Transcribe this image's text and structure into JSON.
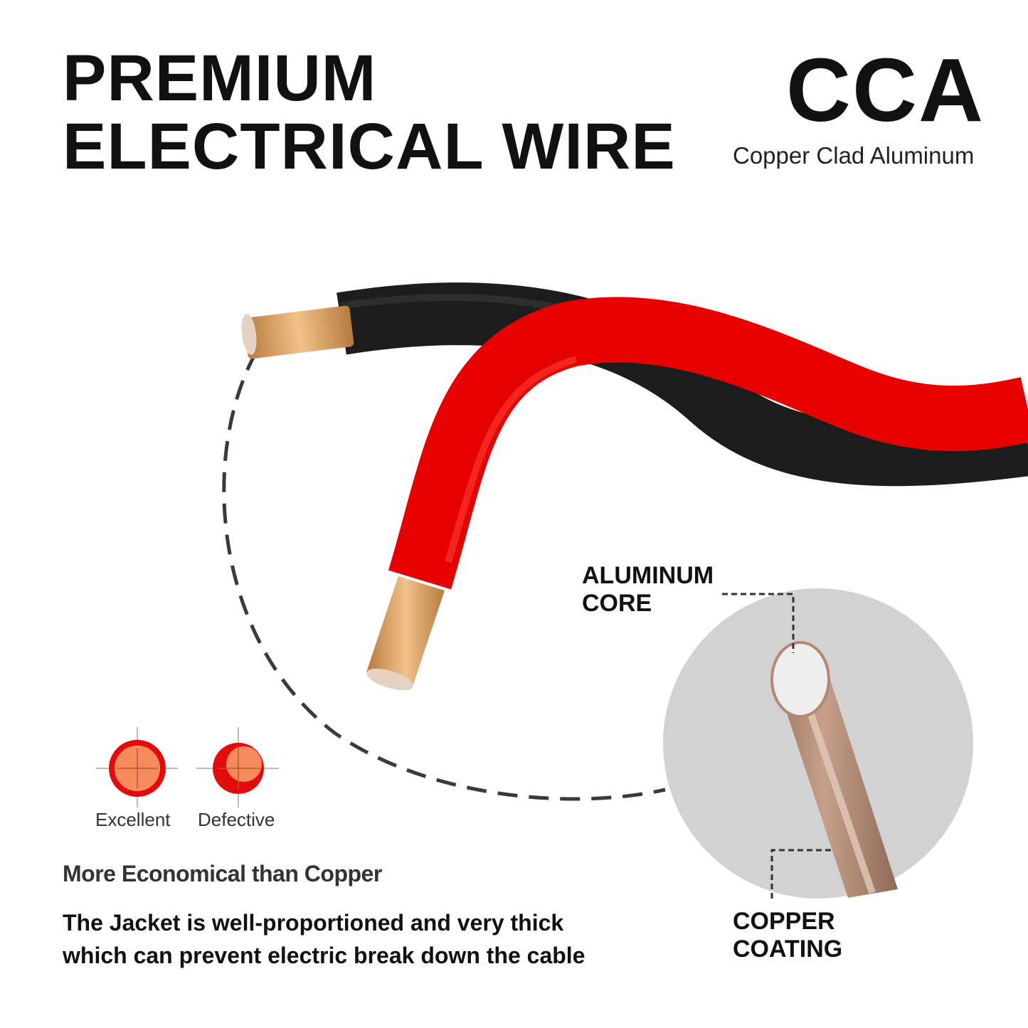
{
  "header": {
    "line1": "PREMIUM",
    "line2": "ELECTRICAL WIRE"
  },
  "badge": {
    "title": "CCA",
    "subtitle": "Copper Clad Aluminum"
  },
  "cross_section": {
    "core_label_line1": "ALUMINUM",
    "core_label_line2": "CORE",
    "coating_label_line1": "COPPER",
    "coating_label_line2": "COATING"
  },
  "comparison": {
    "good": "Excellent",
    "bad": "Defective"
  },
  "features": {
    "economy": "More Economical than Copper",
    "jacket_line1": "The Jacket is well-proportioned and very thick",
    "jacket_line2": "which can prevent electric break down the cable"
  },
  "colors": {
    "red_jacket": "#e60000",
    "black_jacket": "#1c1c1c",
    "copper": "#d9a066",
    "zoom_bg": "#d2d2d2"
  }
}
